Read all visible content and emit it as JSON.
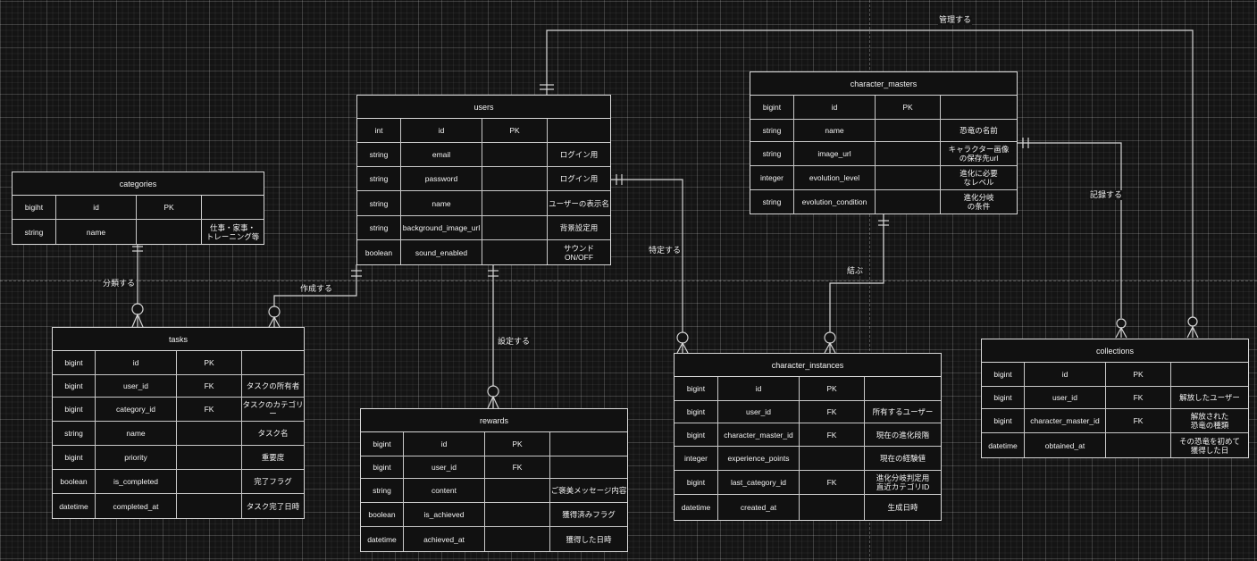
{
  "entities": {
    "categories": {
      "name": "categories",
      "rows": [
        [
          "bigiht",
          "id",
          "PK",
          ""
        ],
        [
          "string",
          "name",
          "",
          "仕事・家事・\nトレーニング等"
        ]
      ]
    },
    "users": {
      "name": "users",
      "rows": [
        [
          "int",
          "id",
          "PK",
          ""
        ],
        [
          "string",
          "email",
          "",
          "ログイン用"
        ],
        [
          "string",
          "password",
          "",
          "ログイン用"
        ],
        [
          "string",
          "name",
          "",
          "ユーザーの表示名"
        ],
        [
          "string",
          "background_image_url",
          "",
          "背景設定用"
        ],
        [
          "boolean",
          "sound_enabled",
          "",
          "サウンド\nON/OFF"
        ]
      ]
    },
    "character_masters": {
      "name": "character_masters",
      "rows": [
        [
          "bigint",
          "id",
          "PK",
          ""
        ],
        [
          "string",
          "name",
          "",
          "恐竜の名前"
        ],
        [
          "string",
          "image_url",
          "",
          "キャラクター画像\nの保存先url"
        ],
        [
          "integer",
          "evolution_level",
          "",
          "進化に必要\nなレベル"
        ],
        [
          "string",
          "evolution_condition",
          "",
          "進化分岐\nの条件"
        ]
      ]
    },
    "tasks": {
      "name": "tasks",
      "rows": [
        [
          "bigint",
          "id",
          "PK",
          ""
        ],
        [
          "bigint",
          "user_id",
          "FK",
          "タスクの所有者"
        ],
        [
          "bigint",
          "category_id",
          "FK",
          "タスクのカテゴリー"
        ],
        [
          "string",
          "name",
          "",
          "タスク名"
        ],
        [
          "bigint",
          "priority",
          "",
          "重要度"
        ],
        [
          "boolean",
          "is_completed",
          "",
          "完了フラグ"
        ],
        [
          "datetime",
          "completed_at",
          "",
          "タスク完了日時"
        ]
      ]
    },
    "rewards": {
      "name": "rewards",
      "rows": [
        [
          "bigint",
          "id",
          "PK",
          ""
        ],
        [
          "bigint",
          "user_id",
          "FK",
          ""
        ],
        [
          "string",
          "content",
          "",
          "ご褒美メッセージ内容"
        ],
        [
          "boolean",
          "is_achieved",
          "",
          "獲得済みフラグ"
        ],
        [
          "datetime",
          "achieved_at",
          "",
          "獲得した日時"
        ]
      ]
    },
    "character_instances": {
      "name": "character_instances",
      "rows": [
        [
          "bigint",
          "id",
          "PK",
          ""
        ],
        [
          "bigint",
          "user_id",
          "FK",
          "所有するユーザー"
        ],
        [
          "bigint",
          "character_master_id",
          "FK",
          "現在の進化段階"
        ],
        [
          "integer",
          "experience_points",
          "",
          "現在の経験値"
        ],
        [
          "bigint",
          "last_category_id",
          "FK",
          "進化分岐判定用\n直近カテゴリID"
        ],
        [
          "datetime",
          "created_at",
          "",
          "生成日時"
        ]
      ]
    },
    "collections": {
      "name": "collections",
      "rows": [
        [
          "bigint",
          "id",
          "PK",
          ""
        ],
        [
          "bigint",
          "user_id",
          "FK",
          "解放したユーザー"
        ],
        [
          "bigint",
          "character_master_id",
          "FK",
          "解放された\n恐竜の種類"
        ],
        [
          "datetime",
          "obtained_at",
          "",
          "その恐竜を初めて\n獲得した日"
        ]
      ]
    }
  },
  "relationships": {
    "manage": "管理する",
    "record": "記録する",
    "classify": "分類する",
    "create": "作成する",
    "set": "設定する",
    "identify": "特定する",
    "link": "結ぶ"
  }
}
